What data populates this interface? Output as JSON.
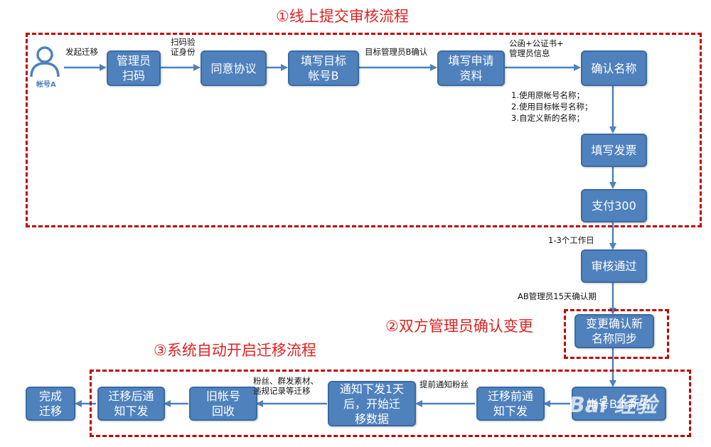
{
  "title": "①线上提交审核流程",
  "sections": {
    "s2": "②双方管理员确认变更",
    "s3": "③系统自动开启迁移流程"
  },
  "account": {
    "label": "帐号A"
  },
  "nodes": {
    "admin_scan": "管理员\n扫码",
    "agree": "同意协议",
    "fill_target": "填写目标\n帐号B",
    "fill_apply": "填写申请\n资料",
    "confirm_name": "确认名称",
    "fill_invoice": "填写发票",
    "pay": "支付300",
    "review_pass": "审核通过",
    "change_sync": "变更确认新\n名称同步",
    "account_b_online": "帐号B上新名",
    "notify_before": "迁移前通\n知下发",
    "notify_1day": "通知下发1天\n后，开始迁\n移数据",
    "recycle": "旧帐号\n回收",
    "notify_after": "迁移后通\n知下发",
    "done": "完成\n迁移"
  },
  "edge_labels": {
    "start": "发起迁移",
    "scan_verify": "扫码验\n证身份",
    "target_admin_confirm": "目标管理员B确认",
    "docs": "公函+公证书+\n管理员信息",
    "name_options": "1.使用原帐号名称；\n2.使用目标帐号名称；\n3.自定义新的名称；",
    "workdays": "1-3个工作日",
    "confirm_period": "AB管理员15天确认期",
    "notify_fans": "提前通知粉丝",
    "migrate_items": "粉丝、群发素材、\n违规记录等迁移"
  },
  "watermark": "Bai 经验"
}
